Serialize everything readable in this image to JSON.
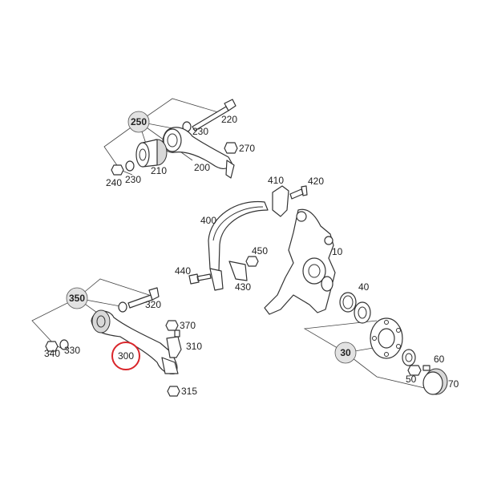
{
  "colors": {
    "badge_fill": "#e2e2e2",
    "line": "#333333",
    "highlight": "#d9252a"
  },
  "highlighted_part": "300",
  "group_labels": {
    "g250": "250",
    "g350": "350",
    "g30": "30"
  },
  "part_labels": {
    "p220": "220",
    "p230a": "230",
    "p270": "270",
    "p200": "200",
    "p210": "210",
    "p230b": "230",
    "p240": "240",
    "p410": "410",
    "p420": "420",
    "p400": "400",
    "p450": "450",
    "p440": "440",
    "p430": "430",
    "p10": "10",
    "p40": "40",
    "p320": "320",
    "p370": "370",
    "p310": "310",
    "p300": "300",
    "p330": "330",
    "p340": "340",
    "p315": "315",
    "p60": "60",
    "p50": "50",
    "p70": "70"
  }
}
